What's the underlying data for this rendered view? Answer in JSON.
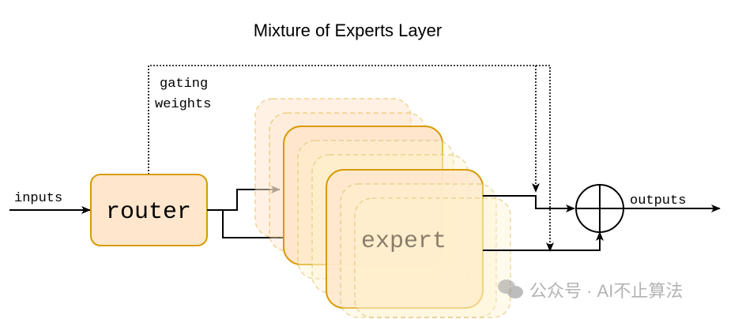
{
  "title": "Mixture of Experts Layer",
  "labels": {
    "inputs": "inputs",
    "router": "router",
    "gating": "gating",
    "weights": "weights",
    "expert": "expert",
    "outputs": "outputs"
  },
  "watermark": "公众号 · AI不止算法",
  "colors": {
    "box_fill": "#ffe6cc",
    "box_stroke": "#d79b00",
    "expert_fill": "#fff2cc",
    "expert_stroke": "#d6b656"
  }
}
